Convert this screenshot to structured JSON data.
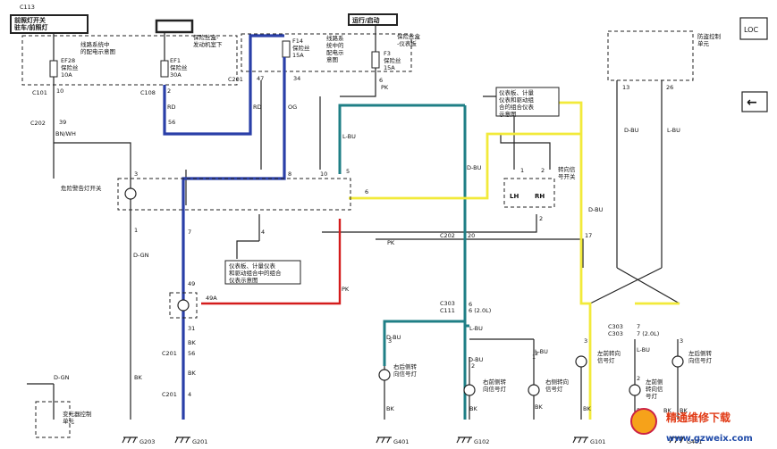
{
  "tags": {
    "headlamp_switch": "前照灯开关\n驻车/前照灯",
    "blank_switch": "",
    "run_start": "运行/启动",
    "anti_theft_module": "防盗控制\n单元",
    "hazard_switch": "危险警告灯开关",
    "turn_signal_switch": "转向信\n号开关",
    "lh": "LH",
    "rh": "RH",
    "cluster_ref_top": "仪表板、计量\n仪表和驱动组\n合的组合仪表\n示意图",
    "cluster_ref_mid": "仪表板、计量仪表\n和驱动组合中的组合\n仪表示意图",
    "fuse_block_left": "保险丝盒-\n发动机室下",
    "fuse_block_right": "保险丝盒\n-仪表板",
    "distribution_left": "线路系统中\n的配电示意图",
    "distribution_right": "线路系\n统中的\n配电示\n意图",
    "ef28": "EF28\n保险丝\n10A",
    "ef1": "EF1\n保险丝\n30A",
    "f14": "F14\n保险丝\n15A",
    "f3": "F3\n保险丝\n15A",
    "flasher": "49A",
    "rr_turn": "右后侧转\n向信号灯",
    "rf_turn": "右前侧转\n向信号灯",
    "rs_turn": "右侧转向\n信号灯",
    "lf_turn": "左前转向\n信号灯",
    "lr_turn": "左前侧\n转向信\n号灯",
    "ls_turn": "左后侧转\n向信号灯",
    "lamp_module": "变光器控制\n单元"
  },
  "connectors": [
    "C101",
    "C108",
    "C201",
    "C202",
    "C201",
    "C201",
    "C202",
    "C303",
    "C111",
    "C303",
    "C303",
    "C113"
  ],
  "pins": [
    "10",
    "2",
    "47",
    "34",
    "39",
    "56",
    "6",
    "13",
    "26",
    "3",
    "8",
    "10",
    "5",
    "6",
    "1",
    "2",
    "7",
    "4",
    "2",
    "20",
    "17",
    "49",
    "31",
    "56",
    "4",
    "6",
    "6 (2.0L)",
    "7",
    "7 (2.0L)",
    "1",
    "3",
    "2",
    "2",
    "3",
    "2",
    "3",
    "1"
  ],
  "wire_colors": [
    "RD",
    "RD",
    "OG",
    "BN/WH",
    "PK",
    "L-BU",
    "D-BU",
    "D-BU",
    "L-BU",
    "D-GN",
    "BK",
    "BK",
    "D-BU",
    "PK",
    "D-BU",
    "L-BU",
    "BK",
    "BK",
    "D-GN",
    "BK",
    "BK",
    "BK",
    "BK",
    "PK",
    "D-BU",
    "L-BU",
    "BK",
    "BK",
    "L-BU"
  ],
  "grounds": [
    "G203",
    "G201",
    "G401",
    "G102",
    "G101",
    "G401"
  ],
  "nav": {
    "loc": "LOC",
    "back": "←"
  },
  "watermark": {
    "brand": "精通维修下载",
    "url": "www.gzweix.com"
  },
  "colors": {
    "blue": "#2a3fa8",
    "teal": "#1f7f86",
    "red": "#d41c1c",
    "yellow": "#f2ea3a"
  }
}
